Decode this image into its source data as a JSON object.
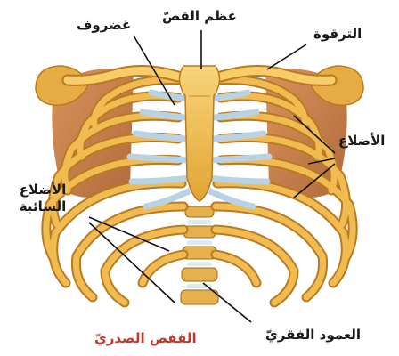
{
  "labels": {
    "cartilage": "غضروف",
    "sternum": "عظم القصّ",
    "clavicle": "الترقوة",
    "ribs": "الأضلاع",
    "floating_ribs_line1": "الأضلاع",
    "floating_ribs_line2": "السائبة",
    "vertebral_column": "العمود الفقريّ",
    "title": "القفص الصدريّ"
  },
  "colors": {
    "bone": "#f3c355",
    "bone_dark": "#d99a2c",
    "cartilage": "#b9d2e4",
    "muscle": "#c8793d",
    "title": "#c0392b",
    "leader": "#111111"
  }
}
